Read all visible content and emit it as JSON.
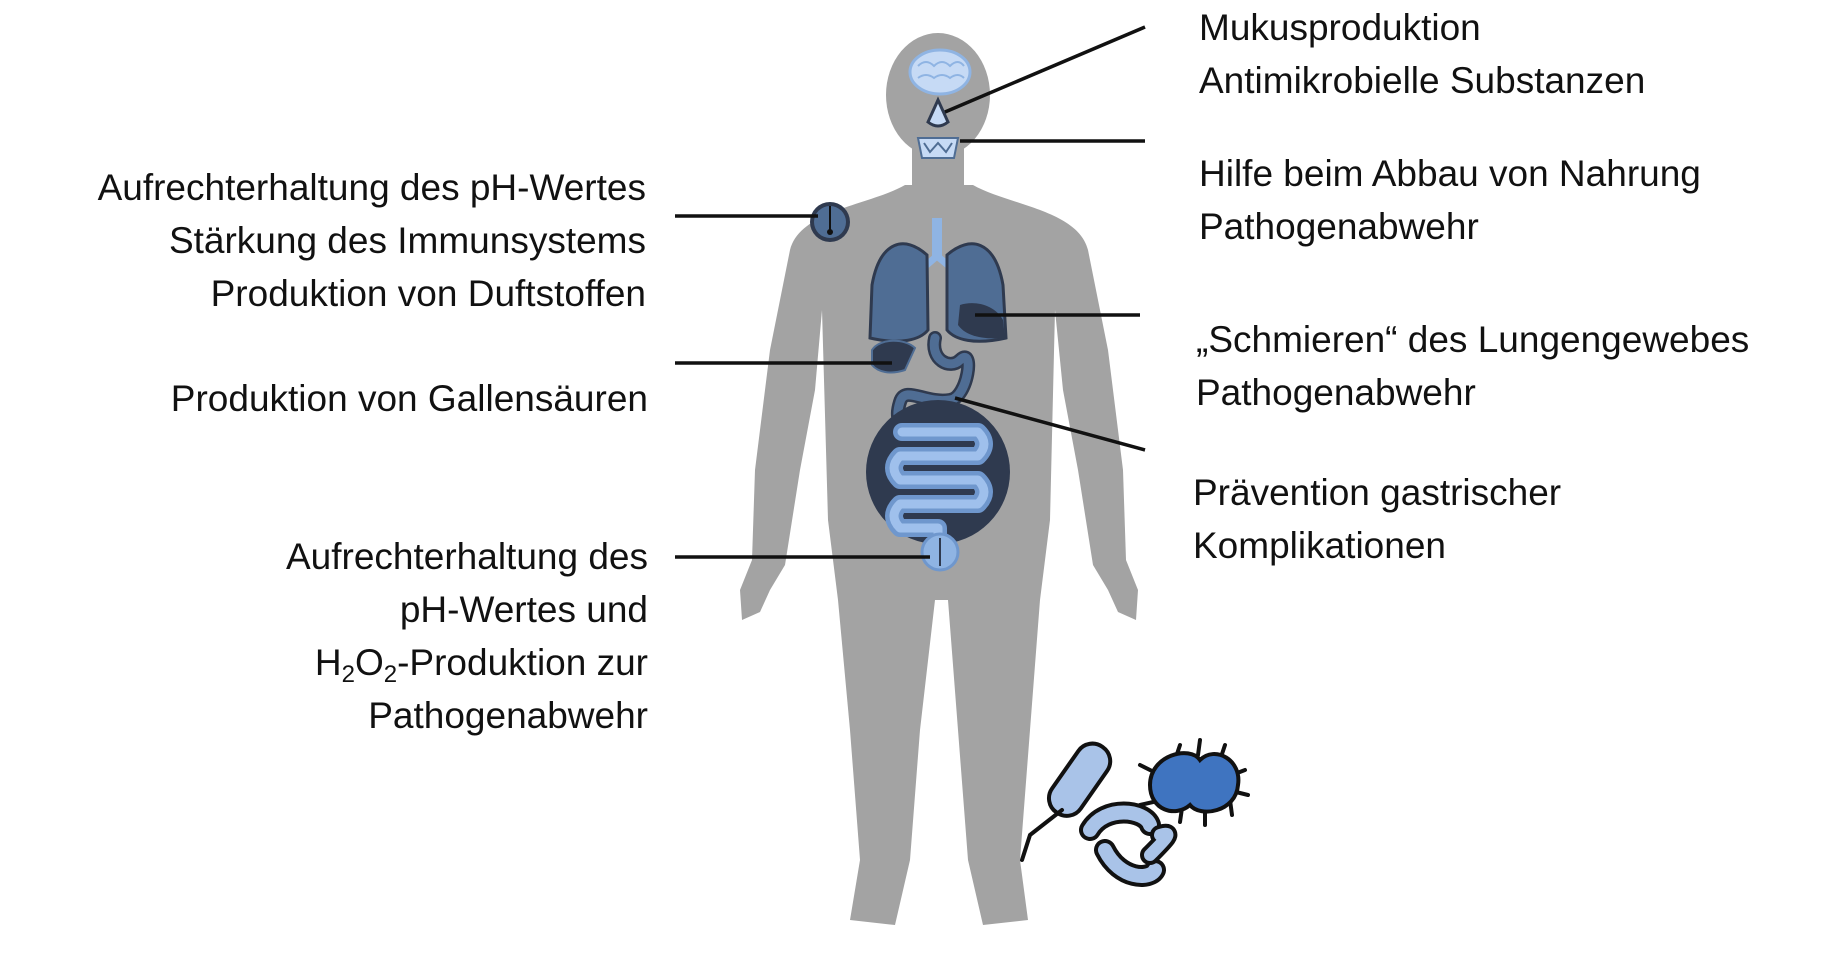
{
  "annotations": {
    "nose": {
      "lines": [
        "Mukusproduktion",
        "Antimikrobielle Substanzen"
      ]
    },
    "mouth": {
      "lines": [
        "Hilfe beim Abbau von Nahrung",
        "Pathogenabwehr"
      ]
    },
    "skin": {
      "lines": [
        "Aufrechterhaltung des pH-Wertes",
        "Stärkung des Immunsystems",
        "Produktion von Duftstoffen"
      ]
    },
    "lung": {
      "lines": [
        "„Schmieren“ des Lungengewebes",
        "Pathogenabwehr"
      ]
    },
    "liver": {
      "lines": [
        "Produktion von Gallensäuren"
      ]
    },
    "stomach": {
      "lines": [
        "Prävention gastrischer",
        "Komplikationen"
      ]
    },
    "vagina": {
      "line1": "Aufrechterhaltung des",
      "line2": "pH-Wertes und",
      "line3_a": "H",
      "line3_sub1": "2",
      "line3_b": "O",
      "line3_sub2": "2",
      "line3_c": "-Produktion zur",
      "line4": "Pathogenabwehr"
    }
  },
  "colors": {
    "silhouette": "#a3a3a3",
    "organ_dark": "#2f3a4f",
    "organ_mid": "#4f6d94",
    "organ_light": "#8fb4e3",
    "bacteria_blue": "#3f74c0",
    "bacteria_light": "#a9c3e8",
    "leader_line": "#111111"
  },
  "icons": [
    "human-silhouette",
    "brain-icon",
    "nose-icon",
    "mouth-icon",
    "skin-hair-icon",
    "lungs-icon",
    "liver-icon",
    "stomach-icon",
    "intestine-icon",
    "vagina-icon",
    "bacteria-icon"
  ]
}
